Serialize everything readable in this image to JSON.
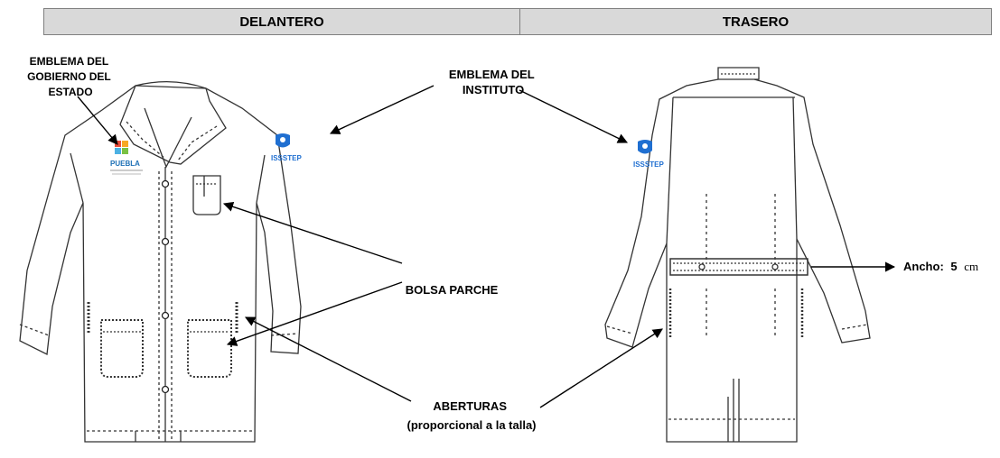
{
  "headers": {
    "front": "DELANTERO",
    "back": "TRASERO"
  },
  "labels": {
    "gov_emblem": [
      "EMBLEMA DEL",
      "GOBIERNO DEL",
      "ESTADO"
    ],
    "institute_emblem": [
      "EMBLEMA DEL",
      "INSTITUTO"
    ],
    "patch_pocket": "BOLSA PARCHE",
    "openings": [
      "ABERTURAS",
      "(proporcional a la talla)"
    ],
    "width_label": "Ancho:",
    "width_value": "5",
    "width_unit": "cm"
  },
  "logos": {
    "gov": {
      "text": "PUEBLA",
      "color": "#1c6fb5",
      "accents": [
        "#e94e3c",
        "#f7a823",
        "#4cb1e3",
        "#7ac143"
      ]
    },
    "institute": {
      "text": "ISSSTEP",
      "color": "#1f6fd1"
    }
  },
  "colors": {
    "line": "#000000",
    "coat_stroke": "#333333",
    "header_bg": "#d9d9d9"
  }
}
